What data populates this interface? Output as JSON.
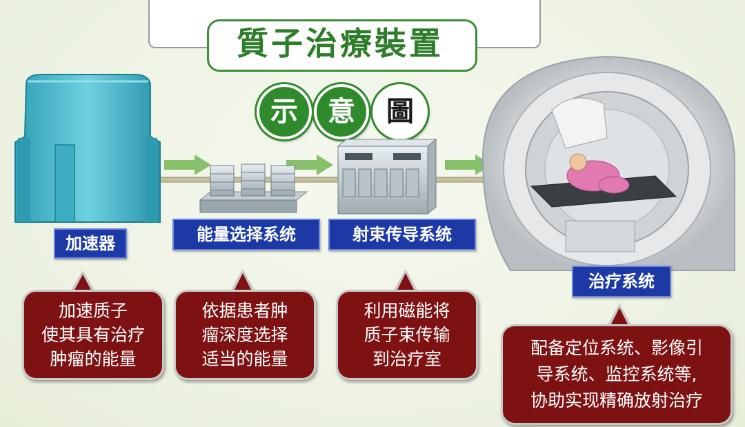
{
  "title": {
    "main": "質子治療裝置",
    "sub_chars": [
      "示",
      "意",
      "圖"
    ]
  },
  "components": {
    "accelerator": {
      "label": "加速器"
    },
    "energy_selection": {
      "label": "能量选择系统"
    },
    "beam_transport": {
      "label": "射束传导系统"
    },
    "treatment": {
      "label": "治疗系统"
    }
  },
  "descriptions": {
    "accelerator": [
      "加速质子",
      "使其具有治疗",
      "肿瘤的能量"
    ],
    "energy_selection": [
      "依据患者肿",
      "瘤深度选择",
      "适当的能量"
    ],
    "beam_transport": [
      "利用磁能将",
      "质子束传输",
      "到治疗室"
    ],
    "treatment": [
      "配备定位系统、影像引",
      "导系统、监控系统等,",
      "协助实现精确放射治疗"
    ]
  },
  "colors": {
    "title_green": "#2e7d2a",
    "label_blue": "#1c39a6",
    "bubble_red": "#7e1212",
    "arrow_green": "#86c06a",
    "accelerator_cyan": "#4db8cc"
  }
}
